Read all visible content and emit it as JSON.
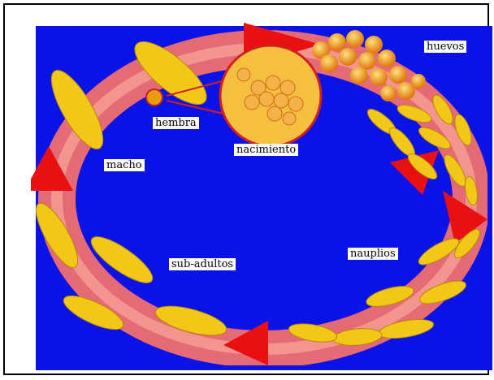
{
  "diagram": {
    "labels": {
      "huevos": "huevos",
      "hembra": "hembra",
      "nacimiento": "nacimiento",
      "macho": "macho",
      "nauplios": "nauplios",
      "sub_adultos": "sub-adultos"
    },
    "colors": {
      "background": "#0a12e6",
      "ring": "#f07070",
      "arrow": "#e81010",
      "creature": "#f2c818",
      "egg": "#f29018"
    }
  }
}
